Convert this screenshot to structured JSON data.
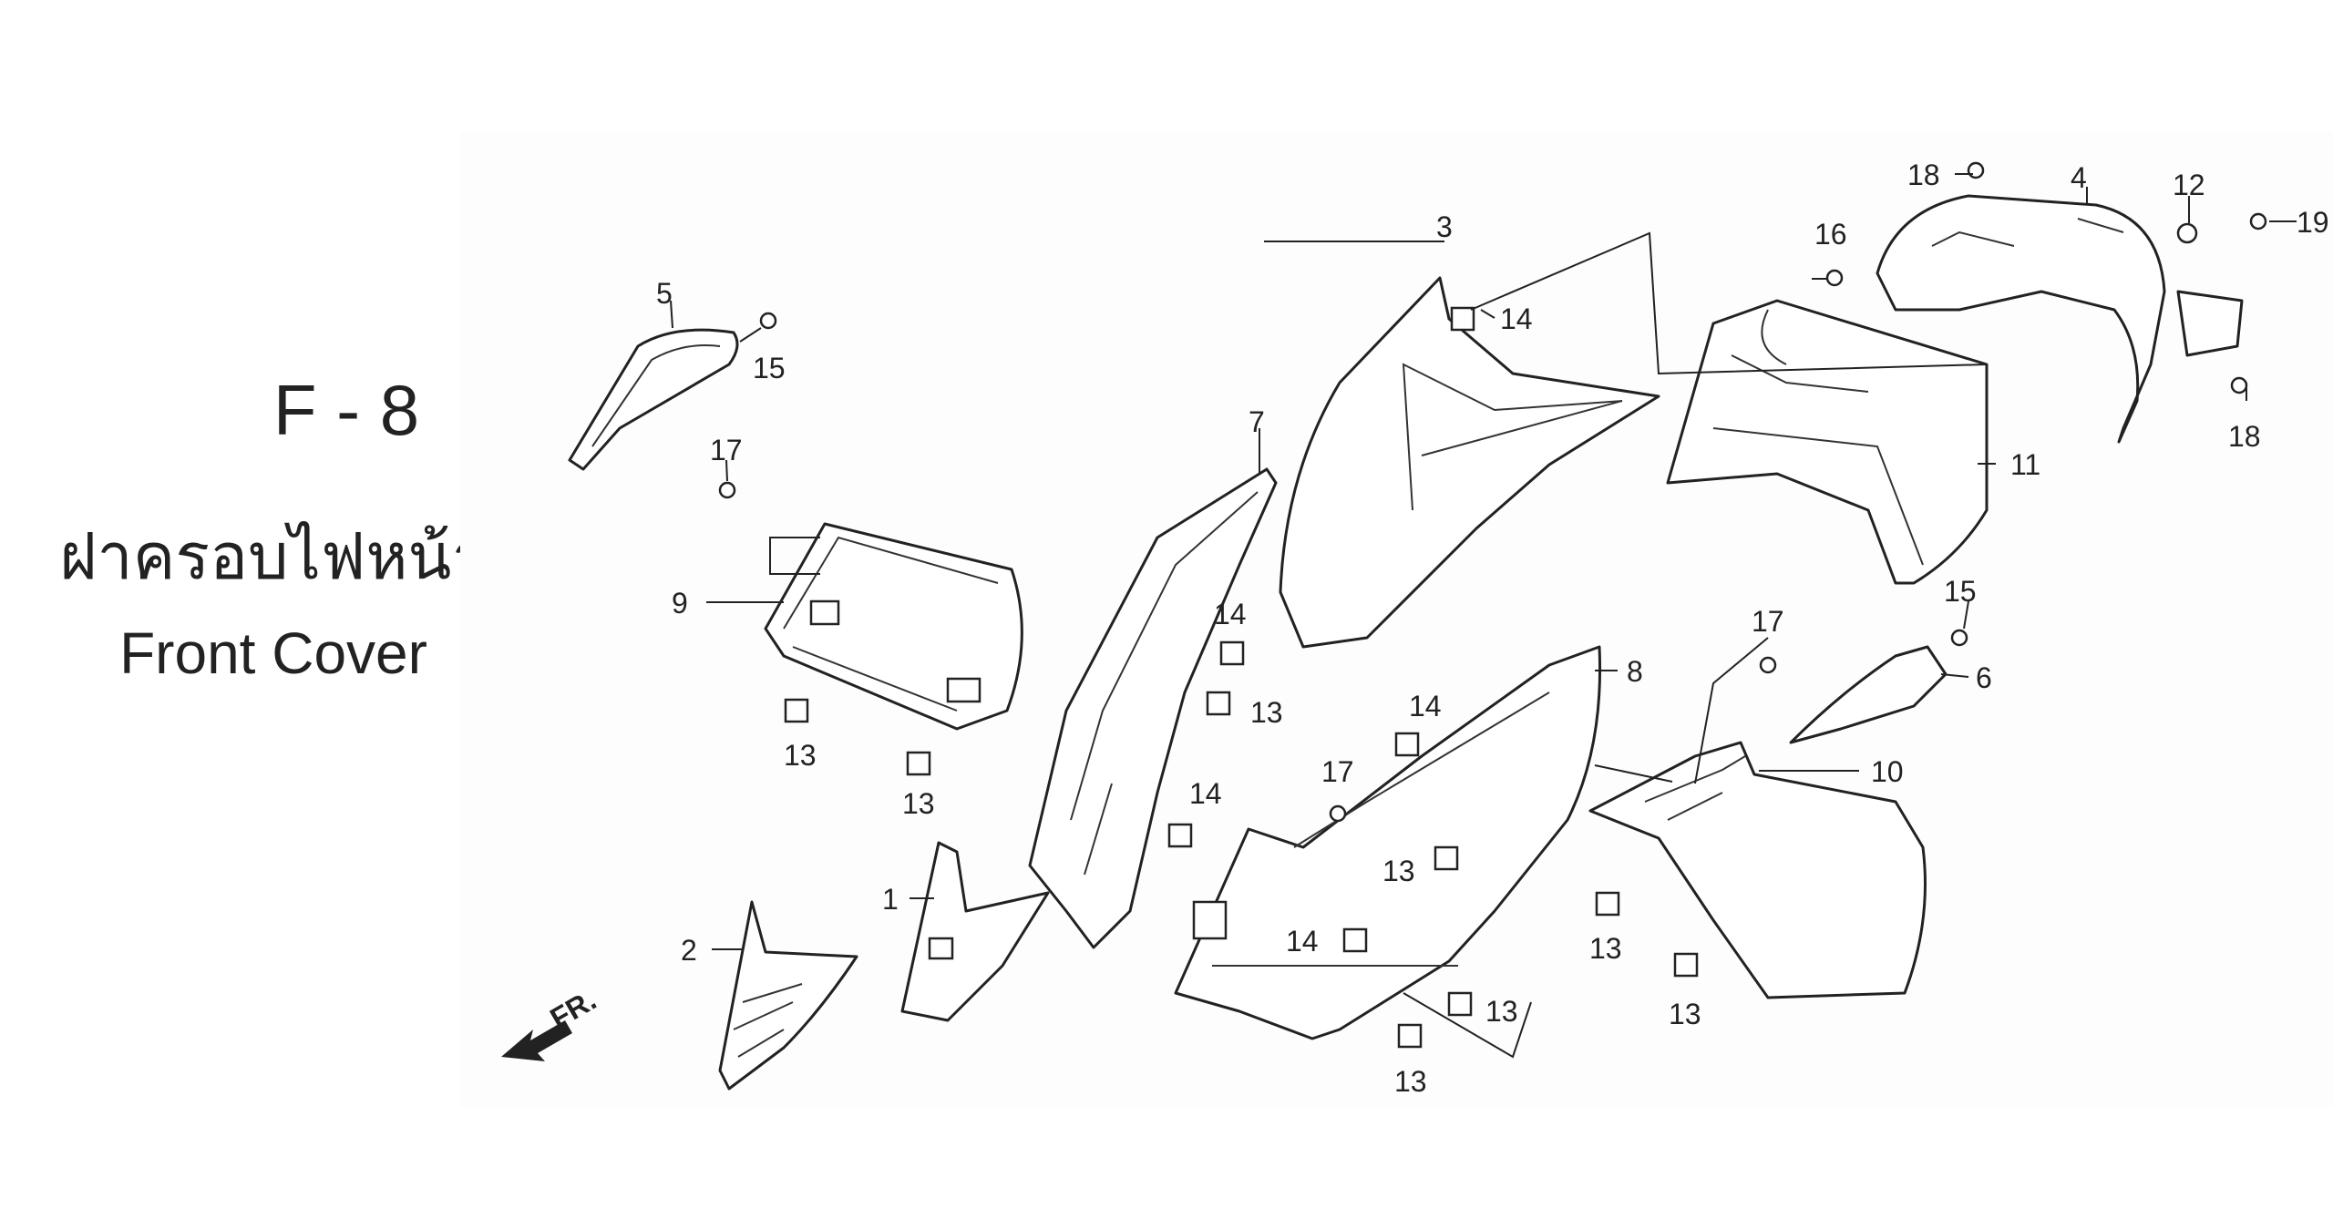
{
  "header": {
    "code": "F - 8",
    "title_thai": "ฝาครอบไฟหน้า",
    "title_en": "Front Cover"
  },
  "front_marker": "FR.",
  "callouts": [
    "5",
    "15",
    "17",
    "9",
    "13",
    "13",
    "2",
    "1",
    "7",
    "14",
    "13",
    "14",
    "3",
    "14",
    "17",
    "14",
    "8",
    "13",
    "14",
    "13",
    "13",
    "16",
    "11",
    "18",
    "4",
    "12",
    "19",
    "18",
    "17",
    "15",
    "6",
    "10",
    "13",
    "13"
  ]
}
